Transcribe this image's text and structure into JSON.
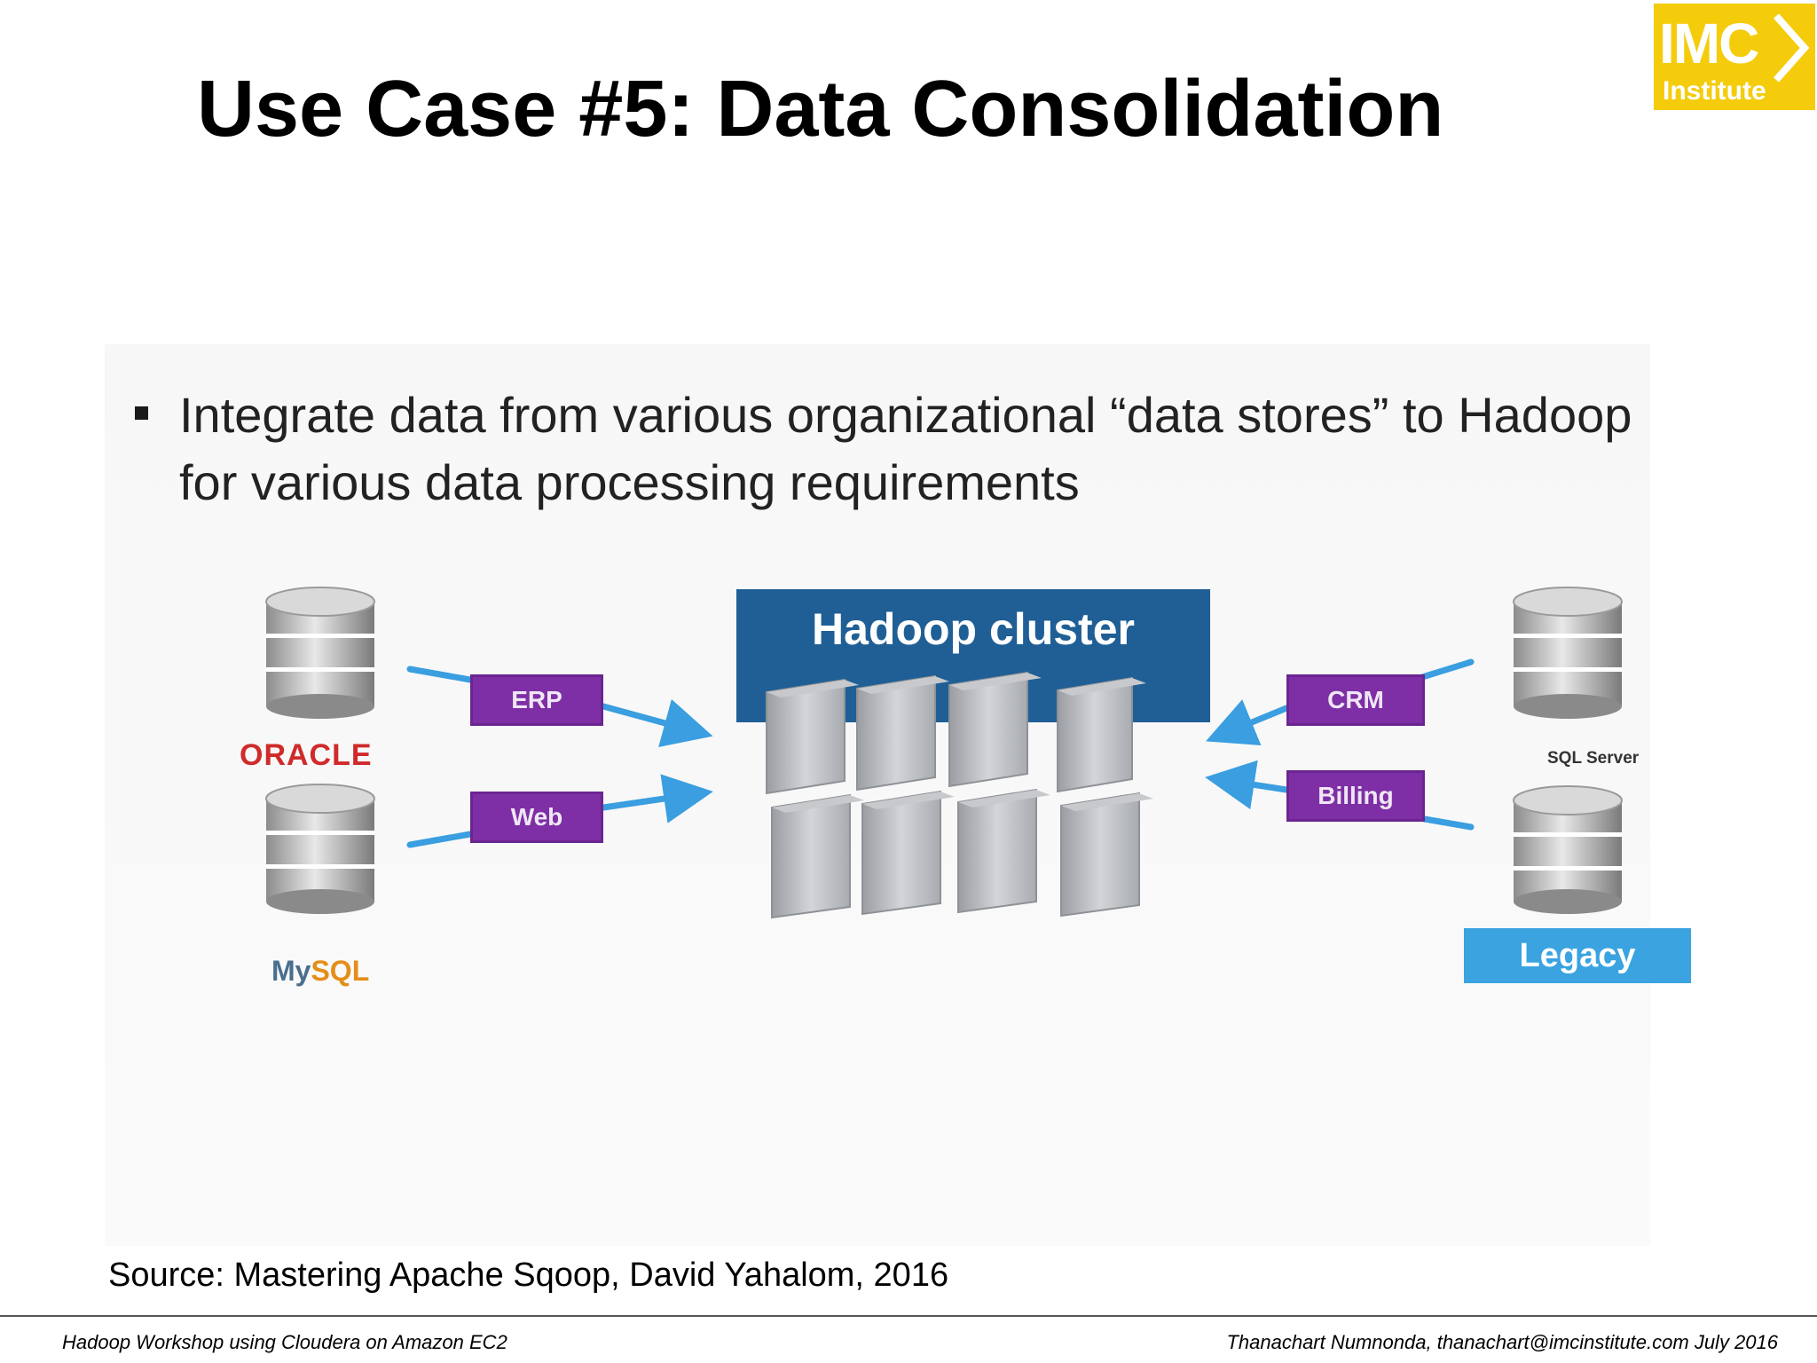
{
  "slide": {
    "title": "Use Case #5: Data Consolidation",
    "logo": {
      "line1": "IMC",
      "line2": "Institute",
      "color": "#f4cc0c"
    },
    "bullet": "Integrate data from various organizational “data stores” to Hadoop for various data processing requirements",
    "source": "Source: Mastering Apache Sqoop, David Yahalom, 2016",
    "footer_left": "Hadoop Workshop using Cloudera on Amazon EC2",
    "footer_right": "Thanachart Numnonda,  thanachart@imcinstitute.com  July 2016"
  },
  "diagram": {
    "cluster_label": "Hadoop cluster",
    "left_sources": [
      {
        "logo": "ORACLE",
        "flow": "ERP"
      },
      {
        "logo_part1": "My",
        "logo_part2": "SQL",
        "flow": "Web"
      }
    ],
    "right_sources": [
      {
        "logo": "SQL Server",
        "flow": "CRM"
      },
      {
        "label": "Legacy",
        "flow": "Billing"
      }
    ],
    "colors": {
      "cluster": "#1f5f95",
      "flow_tag": "#7e2fa5",
      "arrow": "#3a9ee0",
      "legacy": "#3aa3e0"
    }
  }
}
